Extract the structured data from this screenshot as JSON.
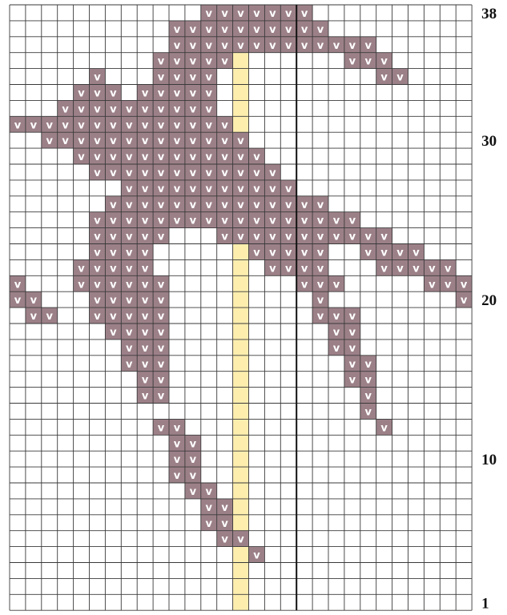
{
  "chart_data": {
    "type": "knitting-chart",
    "columns": 29,
    "rows": 38,
    "stitch_symbol": "V",
    "row_labels": [
      {
        "row": 38,
        "text": "38"
      },
      {
        "row": 30,
        "text": "30"
      },
      {
        "row": 20,
        "text": "20"
      },
      {
        "row": 10,
        "text": "10"
      },
      {
        "row": 1,
        "text": "1"
      }
    ],
    "highlight_column": 15,
    "divider_after_column": 18,
    "colors": {
      "stitch": "#9c8088",
      "highlight": "#fdeeae",
      "grid": "#3a3a3a",
      "background": "#ffffff"
    },
    "pattern_rows": [
      {
        "row": 38,
        "stitches": [
          13,
          14,
          15,
          16,
          17,
          18,
          19
        ]
      },
      {
        "row": 37,
        "stitches": [
          11,
          12,
          13,
          14,
          15,
          16,
          17,
          18,
          19,
          20
        ]
      },
      {
        "row": 36,
        "stitches": [
          11,
          12,
          13,
          14,
          15,
          16,
          17,
          18,
          19,
          20,
          21,
          22,
          23
        ]
      },
      {
        "row": 35,
        "stitches": [
          10,
          11,
          12,
          13,
          14,
          22,
          23,
          24
        ]
      },
      {
        "row": 34,
        "stitches": [
          6,
          10,
          11,
          12,
          13,
          24,
          25
        ]
      },
      {
        "row": 33,
        "stitches": [
          5,
          6,
          7,
          9,
          10,
          11,
          12,
          13
        ]
      },
      {
        "row": 32,
        "stitches": [
          4,
          5,
          6,
          7,
          8,
          9,
          10,
          11,
          12,
          13
        ]
      },
      {
        "row": 31,
        "stitches": [
          1,
          2,
          3,
          4,
          5,
          6,
          7,
          8,
          9,
          10,
          11,
          12,
          13,
          14
        ]
      },
      {
        "row": 30,
        "stitches": [
          3,
          4,
          5,
          6,
          7,
          8,
          9,
          10,
          11,
          12,
          13,
          14,
          15
        ]
      },
      {
        "row": 29,
        "stitches": [
          5,
          6,
          7,
          8,
          9,
          10,
          11,
          12,
          13,
          14,
          15,
          16
        ]
      },
      {
        "row": 28,
        "stitches": [
          6,
          7,
          8,
          9,
          10,
          11,
          12,
          13,
          14,
          15,
          16,
          17
        ]
      },
      {
        "row": 27,
        "stitches": [
          8,
          9,
          10,
          11,
          12,
          13,
          14,
          15,
          16,
          17,
          18
        ]
      },
      {
        "row": 26,
        "stitches": [
          7,
          8,
          9,
          10,
          11,
          12,
          13,
          14,
          15,
          16,
          17,
          18,
          19,
          20
        ]
      },
      {
        "row": 25,
        "stitches": [
          6,
          7,
          8,
          9,
          10,
          11,
          12,
          13,
          14,
          15,
          16,
          17,
          18,
          19,
          20,
          21,
          22
        ]
      },
      {
        "row": 24,
        "stitches": [
          6,
          7,
          8,
          9,
          10,
          14,
          15,
          16,
          17,
          18,
          19,
          20,
          21,
          22,
          23,
          24
        ]
      },
      {
        "row": 23,
        "stitches": [
          6,
          7,
          8,
          9,
          16,
          17,
          18,
          19,
          20,
          23,
          24,
          25,
          26
        ]
      },
      {
        "row": 22,
        "stitches": [
          5,
          6,
          7,
          8,
          9,
          17,
          18,
          19,
          20,
          24,
          25,
          26,
          27,
          28
        ]
      },
      {
        "row": 21,
        "stitches": [
          1,
          5,
          6,
          7,
          8,
          9,
          10,
          19,
          20,
          21,
          27,
          28,
          29
        ]
      },
      {
        "row": 20,
        "stitches": [
          1,
          2,
          6,
          7,
          8,
          9,
          10,
          20,
          29
        ]
      },
      {
        "row": 19,
        "stitches": [
          2,
          3,
          6,
          7,
          8,
          9,
          10,
          20,
          21,
          22
        ]
      },
      {
        "row": 18,
        "stitches": [
          7,
          8,
          9,
          10,
          21,
          22
        ]
      },
      {
        "row": 17,
        "stitches": [
          8,
          9,
          10,
          21,
          22
        ]
      },
      {
        "row": 16,
        "stitches": [
          8,
          9,
          10,
          22,
          23
        ]
      },
      {
        "row": 15,
        "stitches": [
          9,
          10,
          22,
          23
        ]
      },
      {
        "row": 14,
        "stitches": [
          9,
          10,
          23
        ]
      },
      {
        "row": 13,
        "stitches": [
          23
        ]
      },
      {
        "row": 12,
        "stitches": [
          10,
          11,
          24
        ]
      },
      {
        "row": 11,
        "stitches": [
          11,
          12
        ]
      },
      {
        "row": 10,
        "stitches": [
          11,
          12
        ]
      },
      {
        "row": 9,
        "stitches": [
          11,
          12
        ]
      },
      {
        "row": 8,
        "stitches": [
          12,
          13
        ]
      },
      {
        "row": 7,
        "stitches": [
          13,
          14
        ]
      },
      {
        "row": 6,
        "stitches": [
          13,
          14
        ]
      },
      {
        "row": 5,
        "stitches": [
          14,
          15
        ]
      },
      {
        "row": 4,
        "stitches": [
          16
        ]
      },
      {
        "row": 3,
        "stitches": []
      },
      {
        "row": 2,
        "stitches": []
      },
      {
        "row": 1,
        "stitches": []
      }
    ]
  }
}
